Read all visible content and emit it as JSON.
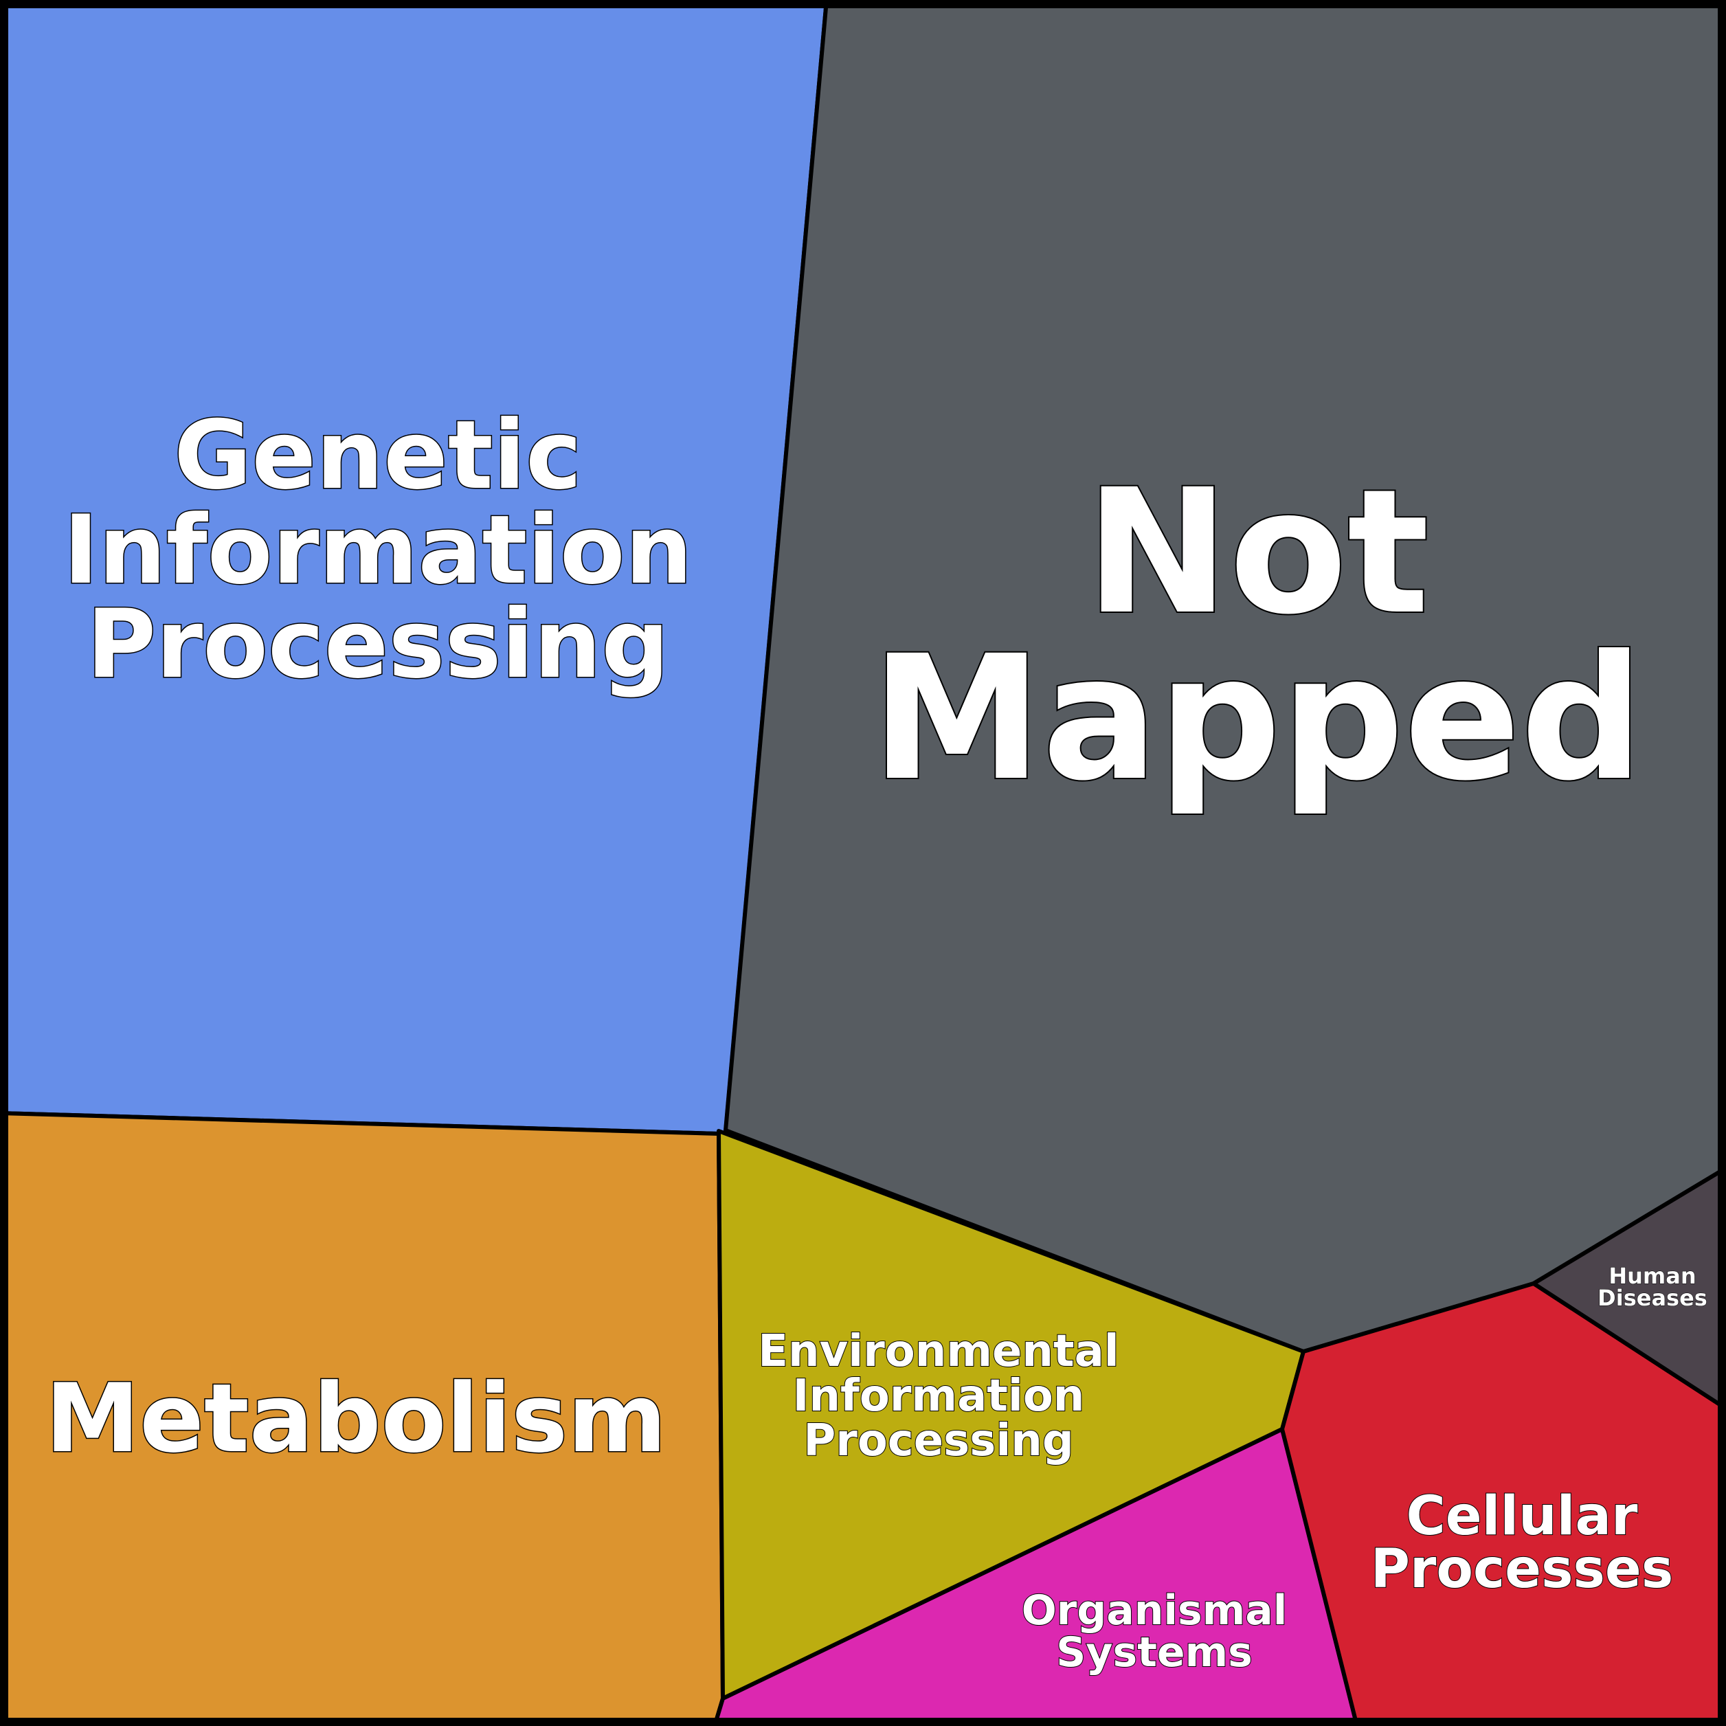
{
  "chart_data": {
    "type": "voronoi-treemap",
    "cells": [
      {
        "id": "genetic",
        "label_lines": [
          "Genetic",
          "Information",
          "Processing"
        ],
        "color": "#668ee9"
      },
      {
        "id": "not-mapped",
        "label_lines": [
          "Not",
          "Mapped"
        ],
        "color": "#575c61"
      },
      {
        "id": "metabolism",
        "label_lines": [
          "Metabolism"
        ],
        "color": "#dc942f"
      },
      {
        "id": "environmental",
        "label_lines": [
          "Environmental",
          "Information",
          "Processing"
        ],
        "color": "#bcad10"
      },
      {
        "id": "organismal",
        "label_lines": [
          "Organismal",
          "Systems"
        ],
        "color": "#dc28b0"
      },
      {
        "id": "cellular",
        "label_lines": [
          "Cellular",
          "Processes"
        ],
        "color": "#d52131"
      },
      {
        "id": "human-diseases",
        "label_lines": [
          "Human",
          "Diseases"
        ],
        "color": "#4c444c"
      }
    ]
  }
}
